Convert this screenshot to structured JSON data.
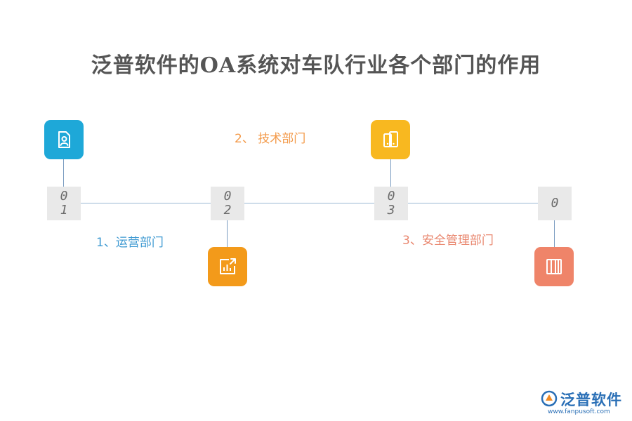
{
  "title": "泛普软件的OA系统对车队行业各个部门的作用",
  "nodes": [
    {
      "line1": "0",
      "line2": "1"
    },
    {
      "line1": "0",
      "line2": "2"
    },
    {
      "line1": "0",
      "line2": "3"
    },
    {
      "line1": "0",
      "line2": ""
    }
  ],
  "labels": [
    {
      "text": "1、运营部门",
      "color": "#3f9ad2"
    },
    {
      "text": "2、 技术部门",
      "color": "#f39a4a"
    },
    {
      "text": "3、安全管理部门",
      "color": "#e9876f"
    }
  ],
  "icons": [
    {
      "name": "user-document-icon",
      "color": "#1ea8d8"
    },
    {
      "name": "tablet-device-icon",
      "color": "#f8b820"
    },
    {
      "name": "bar-chart-export-icon",
      "color": "#f39a1a"
    },
    {
      "name": "book-columns-icon",
      "color": "#ef8469"
    }
  ],
  "brand": {
    "name": "泛普软件",
    "url": "www.fanpusoft.com"
  }
}
